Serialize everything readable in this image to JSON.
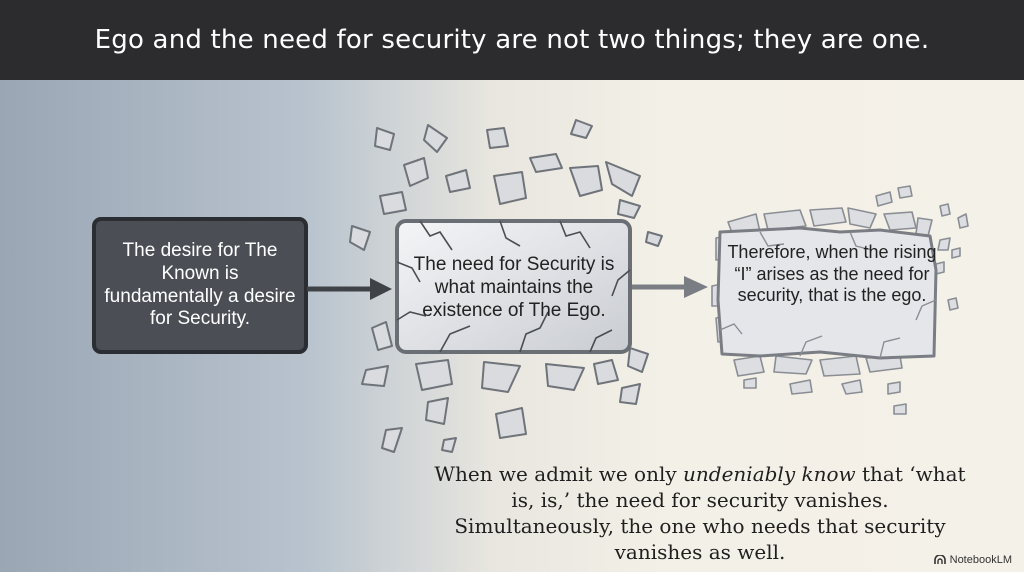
{
  "header": {
    "title": "Ego and the need for security are not two things; they are one."
  },
  "boxes": [
    {
      "text": "The desire for The Known is fundamentally a desire for Security."
    },
    {
      "text": "The need for Security is what maintains the existence of The Ego."
    },
    {
      "text": "Therefore, when the rising “I” arises as the need for security, that is the ego."
    }
  ],
  "quote": {
    "part1": "When we admit we only ",
    "emphasis": "undeniably know",
    "part2": " that ‘what is, is,’ the need for security vanishes. Simultaneously, the one who needs that security vanishes as well."
  },
  "brand": {
    "name": "NotebookLM"
  },
  "colors": {
    "header_bg": "#2c2c2e",
    "box1_fill": "#4b4f55",
    "shard_fill": "#d9dbdf",
    "arrow": "#444444"
  }
}
